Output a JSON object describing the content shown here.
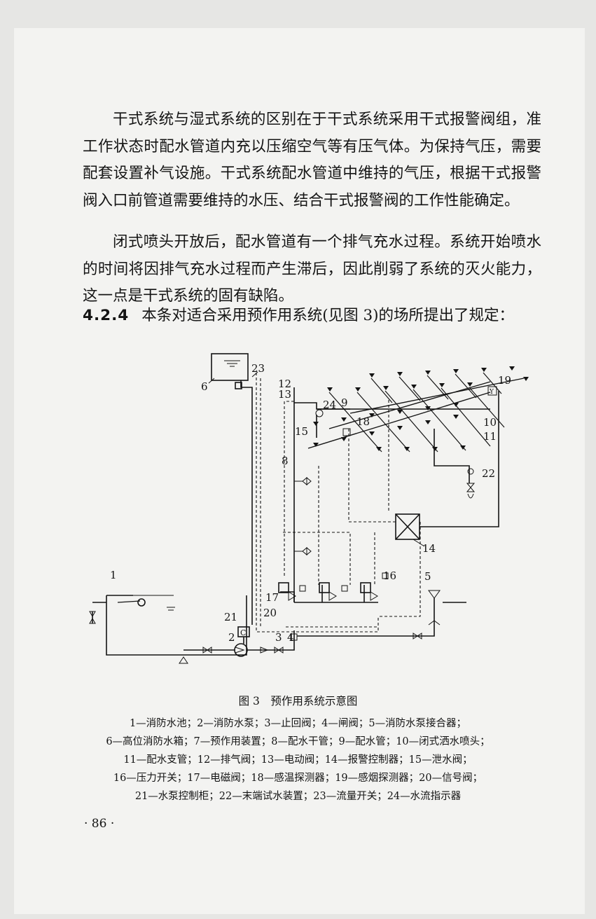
{
  "paragraphs": [
    "干式系统与湿式系统的区别在于干式系统采用干式报警阀组，准工作状态时配水管道内充以压缩空气等有压气体。为保持气压，需要配套设置补气设施。干式系统配水管道中维持的气压，根据干式报警阀入口前管道需要维持的水压、结合干式报警阀的工作性能确定。",
    "闭式喷头开放后，配水管道有一个排气充水过程。系统开始喷水的时间将因排气充水过程而产生滞后，因此削弱了系统的灭火能力，这一点是干式系统的固有缺陷。"
  ],
  "section": {
    "number": "4.2.4",
    "text": "本条对适合采用预作用系统(见图 3)的场所提出了规定："
  },
  "figure": {
    "caption": "图 3　预作用系统示意图",
    "legend_lines": [
      "1—消防水池；2—消防水泵；3—止回阀；4—闸阀；5—消防水泵接合器；",
      "6—高位消防水箱；7—预作用装置；8—配水干管；9—配水管；10—闭式洒水喷头；",
      "11—配水支管；12—排气阀；13—电动阀；14—报警控制器；15—泄水阀；",
      "16—压力开关；17—电磁阀；18—感温探测器；19—感烟探测器；20—信号阀；",
      "21—水泵控制柜；22—末端试水装置；23—流量开关；24—水流指示器"
    ],
    "labels": {
      "l1": "1",
      "l2": "2",
      "l3": "3",
      "l4": "4",
      "l5": "5",
      "l6": "6",
      "l8": "8",
      "l9": "9",
      "l10": "10",
      "l11": "11",
      "l12": "12",
      "l13": "13",
      "l14": "14",
      "l15": "15",
      "l16": "16",
      "l17": "17",
      "l18": "18",
      "l19": "19",
      "l20": "20",
      "l21": "21",
      "l22": "22",
      "l23": "23",
      "l24": "24",
      "c21": "C",
      "det19": "Y"
    }
  },
  "page_number": "· 86 ·"
}
